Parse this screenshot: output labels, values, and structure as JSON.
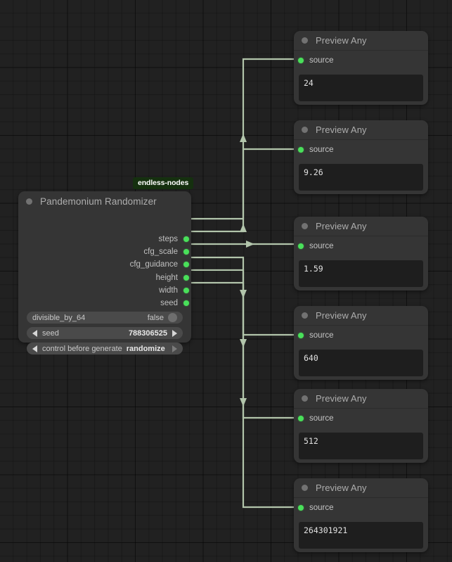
{
  "canvas": {
    "background_color": "#212121",
    "grid_color": "#1a1a1a",
    "wire_color": "#b2c5ab",
    "port_color": "#49e05a",
    "badge_color": "#15300f"
  },
  "badge": {
    "label": "endless-nodes"
  },
  "randomizer": {
    "title": "Pandemonium Randomizer",
    "outputs": [
      {
        "name": "steps"
      },
      {
        "name": "cfg_scale"
      },
      {
        "name": "cfg_guidance"
      },
      {
        "name": "height"
      },
      {
        "name": "width"
      },
      {
        "name": "seed"
      }
    ],
    "widgets": [
      {
        "type": "toggle",
        "name": "divisible_by_64",
        "value": "false"
      },
      {
        "type": "number",
        "name": "seed",
        "value": "788306525"
      },
      {
        "type": "combo",
        "name": "control before generate",
        "value": "randomize"
      }
    ]
  },
  "previews": [
    {
      "title": "Preview Any",
      "input": "source",
      "value": "24"
    },
    {
      "title": "Preview Any",
      "input": "source",
      "value": "9.26"
    },
    {
      "title": "Preview Any",
      "input": "source",
      "value": "1.59"
    },
    {
      "title": "Preview Any",
      "input": "source",
      "value": "640"
    },
    {
      "title": "Preview Any",
      "input": "source",
      "value": "512"
    },
    {
      "title": "Preview Any",
      "input": "source",
      "value": "264301921"
    }
  ]
}
